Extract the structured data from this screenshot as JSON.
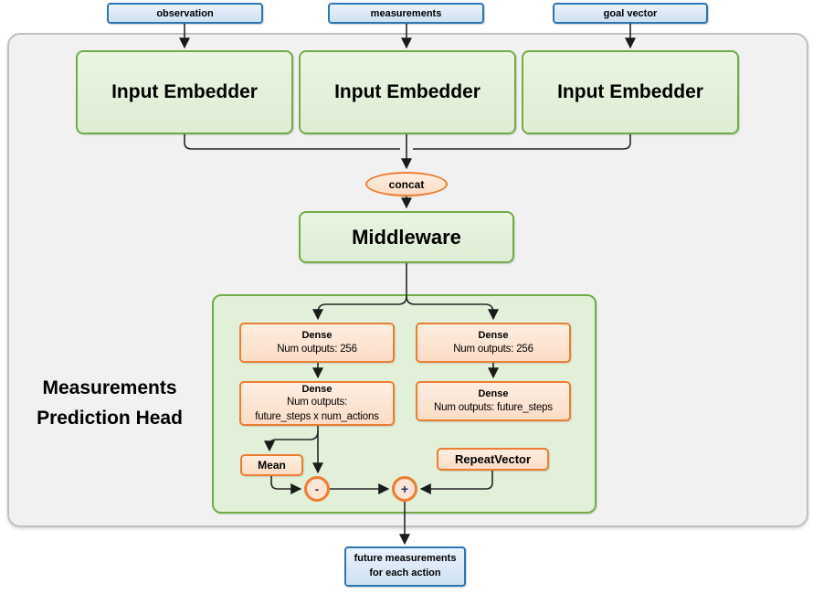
{
  "diagram": {
    "source_labels": [
      "observation",
      "measurements",
      "goal vector"
    ],
    "embedder_labels": [
      "Input Embedder",
      "Input Embedder",
      "Input Embedder"
    ],
    "concat_label": "concat",
    "middleware_label": "Middleware",
    "head_title": {
      "line1": "Measurements",
      "line2": "Prediction Head"
    },
    "action_branch": {
      "dense1": {
        "title": "Dense",
        "subtitle": "Num outputs: 256"
      },
      "dense2": {
        "title": "Dense",
        "subtitle1": "Num outputs:",
        "subtitle2": "future_steps x num_actions"
      },
      "mean_label": "Mean",
      "operator": "-"
    },
    "expectation_branch": {
      "dense1": {
        "title": "Dense",
        "subtitle": "Num outputs: 256"
      },
      "dense2": {
        "title": "Dense",
        "subtitle": "Num outputs: future_steps"
      },
      "repeat_label": "RepeatVector",
      "operator": "+"
    },
    "output_box": {
      "line1": "future measurements",
      "line2": "for each action"
    }
  },
  "colors": {
    "blue_border": "#2E75B6",
    "blue_fill": "#DDEBF7",
    "green_border": "#70AD47",
    "green_fill": "#E2EFD9",
    "orange_border": "#ED7D31",
    "orange_fill": "#FCE4D6",
    "panel_fill": "#F1F1F1",
    "panel_border": "#BFBFBF",
    "connector": "#262626"
  }
}
